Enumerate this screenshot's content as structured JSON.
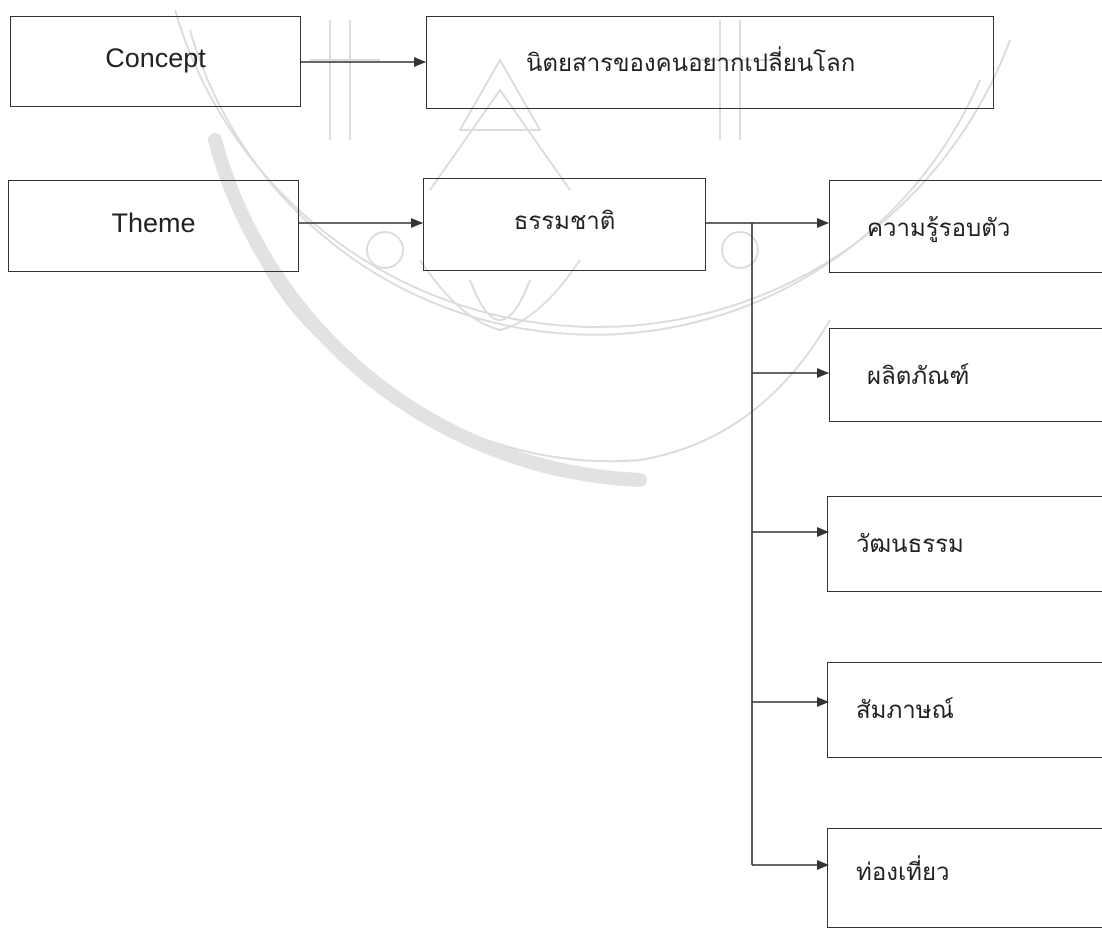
{
  "diagram": {
    "concept": {
      "label": "Concept"
    },
    "concept_target": {
      "label": "นิตยสารของคนอยากเปลี่ยนโลก"
    },
    "theme": {
      "label": "Theme"
    },
    "theme_target": {
      "label": "ธรรมชาติ"
    },
    "branches": [
      {
        "label": "ความรู้รอบตัว"
      },
      {
        "label": "ผลิตภัณฑ์"
      },
      {
        "label": "วัฒนธรรม"
      },
      {
        "label": "สัมภาษณ์"
      },
      {
        "label": "ท่องเที่ยว"
      }
    ]
  },
  "colors": {
    "line": "#333333",
    "watermark": "#d9d9d9"
  }
}
